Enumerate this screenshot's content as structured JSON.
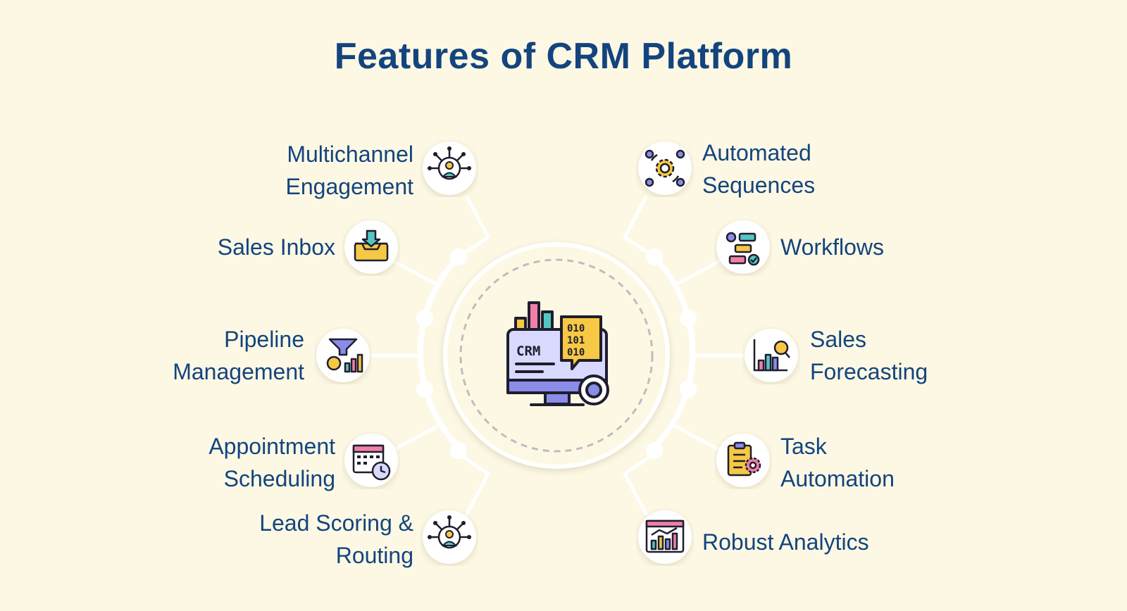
{
  "title": "Features of CRM Platform",
  "center": {
    "icon": "crm-monitor-icon",
    "text": "CRM",
    "binary": [
      "010",
      "101",
      "010"
    ]
  },
  "features_left": [
    {
      "label": "Multichannel\nEngagement",
      "icon": "engagement-icon"
    },
    {
      "label": "Sales Inbox",
      "icon": "inbox-icon"
    },
    {
      "label": "Pipeline\nManagement",
      "icon": "funnel-icon"
    },
    {
      "label": "Appointment\nScheduling",
      "icon": "calendar-icon"
    },
    {
      "label": "Lead Scoring &\nRouting",
      "icon": "engagement-icon"
    }
  ],
  "features_right": [
    {
      "label": "Automated\nSequences",
      "icon": "automation-gear-icon"
    },
    {
      "label": "Workflows",
      "icon": "workflow-icon"
    },
    {
      "label": "Sales\nForecasting",
      "icon": "forecast-chart-icon"
    },
    {
      "label": "Task\nAutomation",
      "icon": "task-clipboard-icon"
    },
    {
      "label": "Robust Analytics",
      "icon": "analytics-icon"
    }
  ],
  "colors": {
    "background": "#fdf8e4",
    "title": "#13447e",
    "connector": "#ffffff",
    "accent_purple": "#8b8be8",
    "accent_yellow": "#f6c844",
    "accent_teal": "#53c7c3",
    "accent_pink": "#f27fa8"
  }
}
